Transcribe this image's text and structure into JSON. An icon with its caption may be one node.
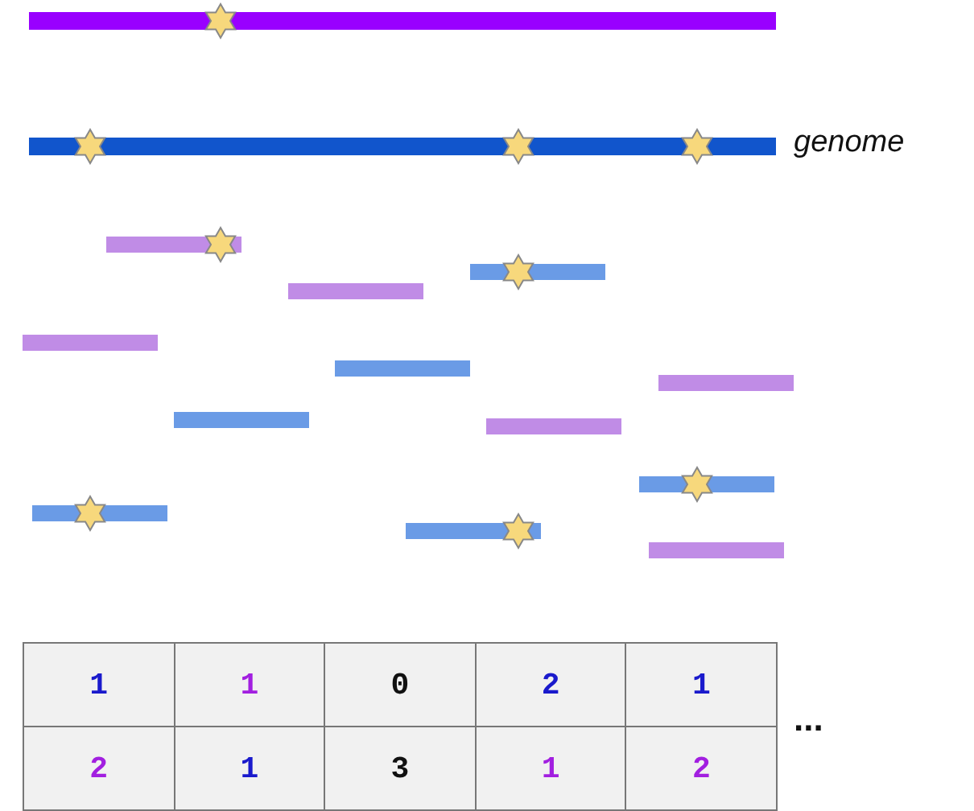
{
  "diagram": {
    "labels": [
      "genome",
      "1",
      "1",
      "0",
      "2",
      "1",
      "2",
      "1",
      "3",
      "1",
      "2",
      "..."
    ]
  }
}
